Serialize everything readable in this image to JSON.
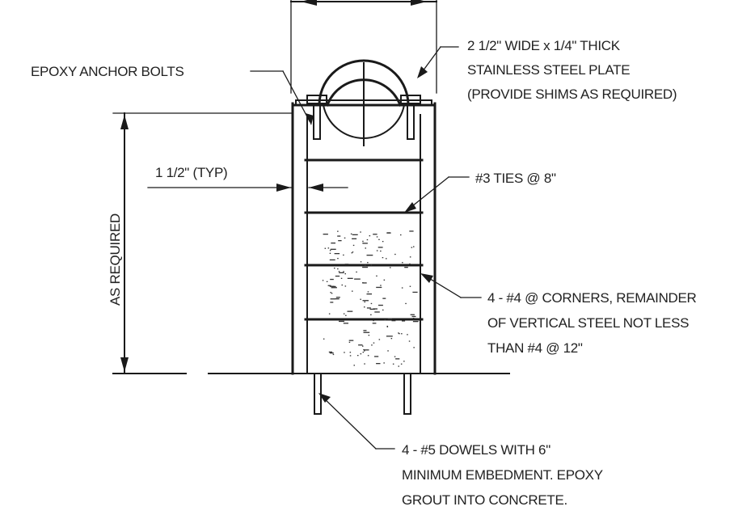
{
  "labels": {
    "anchor_bolts": "EPOXY ANCHOR BOLTS",
    "plate_line1": "2 1/2\" WIDE x 1/4\" THICK",
    "plate_line2": "STAINLESS STEEL PLATE",
    "plate_line3": "(PROVIDE SHIMS AS REQUIRED)",
    "cover": "1 1/2\" (TYP)",
    "ties": "#3 TIES @ 8\"",
    "height": "AS REQUIRED",
    "vertical_line1": "4 - #4 @ CORNERS, REMAINDER",
    "vertical_line2": "OF VERTICAL STEEL NOT LESS",
    "vertical_line3": "THAN #4 @ 12\"",
    "dowels_line1": "4 - #5 DOWELS WITH 6\"",
    "dowels_line2": "MINIMUM EMBEDMENT. EPOXY",
    "dowels_line3": "GROUT INTO CONCRETE."
  },
  "colors": {
    "ink": "#1a1a1a",
    "paper": "#ffffff"
  }
}
